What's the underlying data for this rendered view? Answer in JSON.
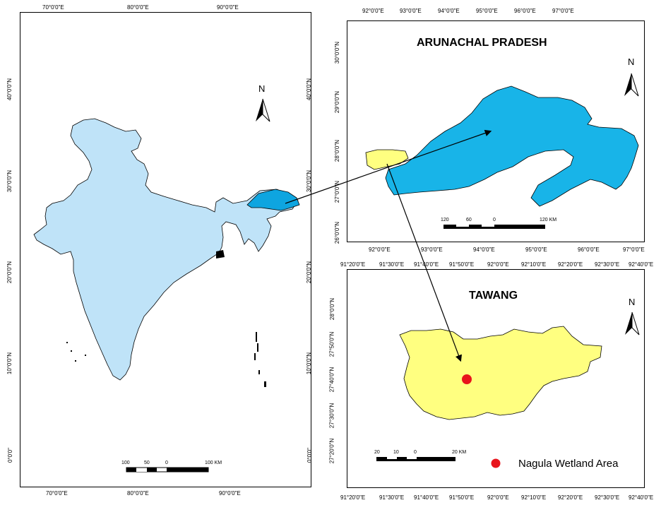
{
  "india_map": {
    "top_ticks": [
      "70°0'0\"E",
      "80°0'0\"E",
      "90°0'0\"E"
    ],
    "bottom_ticks": [
      "70°0'0\"E",
      "80°0'0\"E",
      "90°0'0\"E"
    ],
    "left_ticks": [
      "40°0'0\"N",
      "30°0'0\"N",
      "20°0'0\"N",
      "10°0'0\"N",
      "0°0'0\""
    ],
    "right_ticks": [
      "40°0'0\"N",
      "30°0'0\"N",
      "20°0'0\"N",
      "10°0'0\"N",
      "0°0'0\""
    ],
    "north_label": "N",
    "scale_labels": [
      "100",
      "50",
      "0",
      "100 KM"
    ],
    "fill_color": "#bfe3f8",
    "highlight_color": "#0ea5e0"
  },
  "arunachal_map": {
    "title": "ARUNACHAL PRADESH",
    "top_ticks": [
      "92°0'0\"E",
      "93°0'0\"E",
      "94°0'0\"E",
      "95°0'0\"E",
      "96°0'0\"E",
      "97°0'0\"E"
    ],
    "bottom_ticks": [
      "92°0'0\"E",
      "93°0'0\"E",
      "94°0'0\"E",
      "95°0'0\"E",
      "96°0'0\"E",
      "97°0'0\"E"
    ],
    "left_ticks": [
      "30°0'0\"N",
      "29°0'0\"N",
      "28°0'0\"N",
      "27°0'0\"N",
      "26°0'0\"N"
    ],
    "north_label": "N",
    "scale_labels": [
      "120",
      "60",
      "0",
      "120 KM"
    ],
    "fill_color": "#18b4e8",
    "tawang_color": "#ffff80"
  },
  "tawang_map": {
    "title": "TAWANG",
    "top_ticks": [
      "91°20'0\"E",
      "91°30'0\"E",
      "91°40'0\"E",
      "91°50'0\"E",
      "92°0'0\"E",
      "92°10'0\"E",
      "92°20'0\"E",
      "92°30'0\"E",
      "92°40'0\"E"
    ],
    "bottom_ticks": [
      "91°20'0\"E",
      "91°30'0\"E",
      "91°40'0\"E",
      "91°50'0\"E",
      "92°0'0\"E",
      "92°10'0\"E",
      "92°20'0\"E",
      "92°30'0\"E",
      "92°40'0\"E"
    ],
    "left_ticks": [
      "28°0'0\"N",
      "27°50'0\"N",
      "27°40'0\"N",
      "27°30'0\"N",
      "27°20'0\"N"
    ],
    "north_label": "N",
    "scale_labels": [
      "20",
      "10",
      "0",
      "20 KM"
    ],
    "fill_color": "#ffff80",
    "marker_color": "#e8141c",
    "legend_label": "Nagula Wetland Area"
  }
}
